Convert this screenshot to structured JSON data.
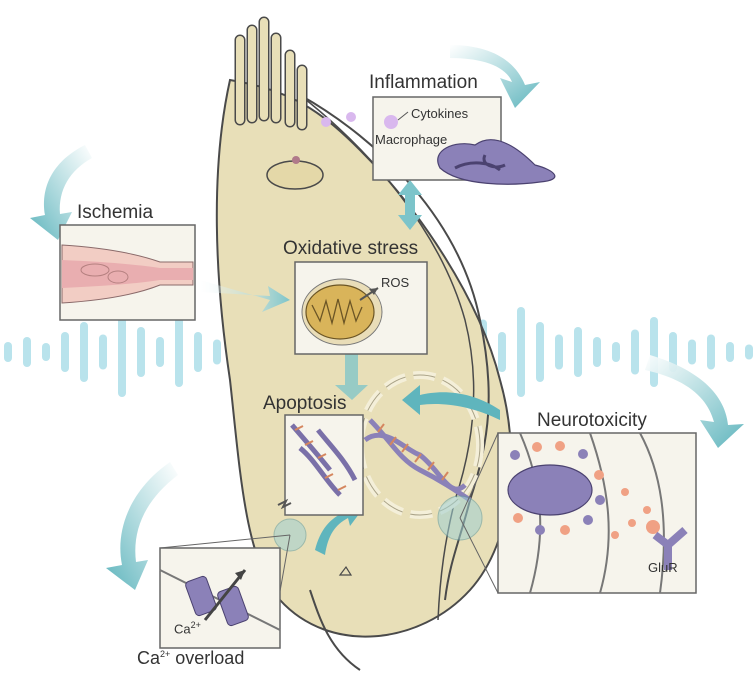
{
  "panels": {
    "inflammation": {
      "title": "Inflammation",
      "cytokines": "Cytokines",
      "macrophage": "Macrophage"
    },
    "ischemia": {
      "title": "Ischemia"
    },
    "oxidative": {
      "title": "Oxidative stress",
      "ros": "ROS"
    },
    "apoptosis": {
      "title": "Apoptosis"
    },
    "neurotoxicity": {
      "title": "Neurotoxicity",
      "glur": "GluR"
    },
    "calcium": {
      "ion_base": "Ca",
      "ion_sup": "2+",
      "title_base": "Ca",
      "title_sup": "2+",
      "title_rest": " overload"
    }
  },
  "colors": {
    "cell_fill": "#e8dfb8",
    "cell_stroke": "#4a4a4a",
    "arrow_teal": "#5fb5bd",
    "wave_blue": "#b9e3ec",
    "panel_bg": "#f6f4ec",
    "mito": "#d9b45a",
    "purple": "#8b81b8",
    "salmon": "#f0a184",
    "pink_vessel": "#f2cdc4"
  }
}
